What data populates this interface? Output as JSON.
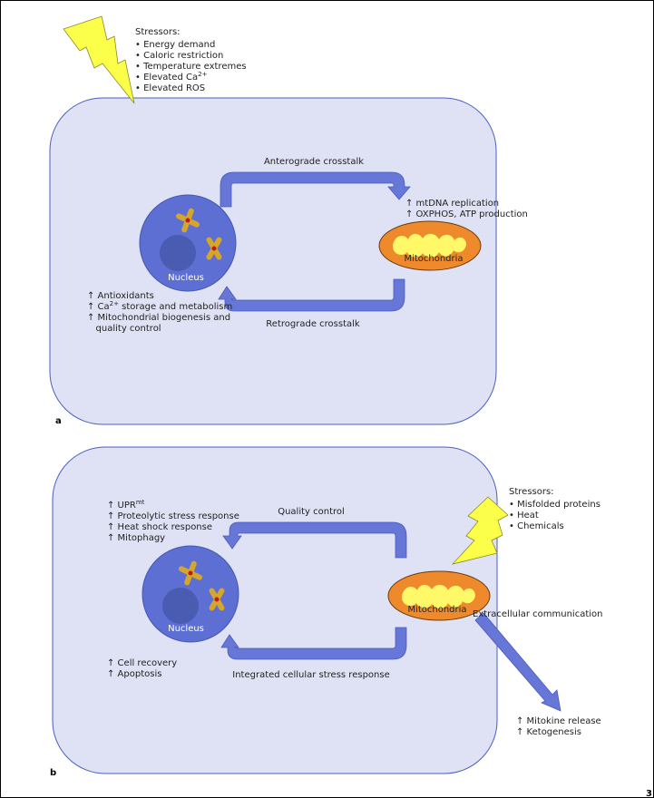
{
  "figure_number": "3",
  "colors": {
    "cell_fill": "#dfe2f4",
    "cell_stroke": "#4b5fbf",
    "arrow": "#6677d8",
    "nucleus": "#5d6fd3",
    "nucleolus": "#4a5bb2",
    "chromosome": "#d6a62a",
    "centromere": "#c01a1a",
    "mito_outer": "#ee8a2c",
    "mito_inner": "#fff96a",
    "lightning": "#fbff4a"
  },
  "panel_a": {
    "letter": "a",
    "stressors_title": "Stressors:",
    "stressors": [
      {
        "bullet": "•",
        "text": "Energy demand",
        "sup": ""
      },
      {
        "bullet": "•",
        "text": "Caloric restriction",
        "sup": ""
      },
      {
        "bullet": "•",
        "text": "Temperature extremes",
        "sup": ""
      },
      {
        "bullet": "•",
        "text": "Elevated Ca",
        "sup": "2+"
      },
      {
        "bullet": "•",
        "text": "Elevated ROS",
        "sup": ""
      }
    ],
    "top_arrow_label": "Anterograde crosstalk",
    "bottom_arrow_label": "Retrograde crosstalk",
    "mito_effects": [
      {
        "text": "↑ mtDNA replication"
      },
      {
        "text": "↑ OXPHOS, ATP production"
      }
    ],
    "nucleus_effects": [
      {
        "pre": "↑ Antioxidants",
        "sup": "",
        "post": ""
      },
      {
        "pre": "↑ Ca",
        "sup": "2+",
        "post": " storage and metabolism"
      },
      {
        "pre": "↑ Mitochondrial biogenesis and",
        "sup": "",
        "post": ""
      },
      {
        "pre": "   quality control",
        "sup": "",
        "post": ""
      }
    ],
    "nucleus_label": "Nucleus",
    "mito_label": "Mitochondria"
  },
  "panel_b": {
    "letter": "b",
    "stressors_title": "Stressors:",
    "stressors": [
      {
        "bullet": "•",
        "text": "Misfolded proteins"
      },
      {
        "bullet": "•",
        "text": "Heat"
      },
      {
        "bullet": "•",
        "text": "Chemicals"
      }
    ],
    "top_arrow_label": "Quality control",
    "bottom_arrow_label": "Integrated cellular stress response",
    "nucleus_effects_top": [
      {
        "pre": "↑ UPR",
        "sup": "mt"
      },
      {
        "pre": "↑ Proteolytic stress response",
        "sup": ""
      },
      {
        "pre": "↑ Heat shock response",
        "sup": ""
      },
      {
        "pre": "↑ Mitophagy",
        "sup": ""
      }
    ],
    "nucleus_effects_bottom": [
      {
        "text": "↑ Cell recovery"
      },
      {
        "text": "↑ Apoptosis"
      }
    ],
    "extracellular_label": "Extracellular communication",
    "extracellular_effects": [
      {
        "text": "↑ Mitokine release"
      },
      {
        "text": "↑ Ketogenesis"
      }
    ],
    "nucleus_label": "Nucleus",
    "mito_label": "Mitochondria"
  }
}
